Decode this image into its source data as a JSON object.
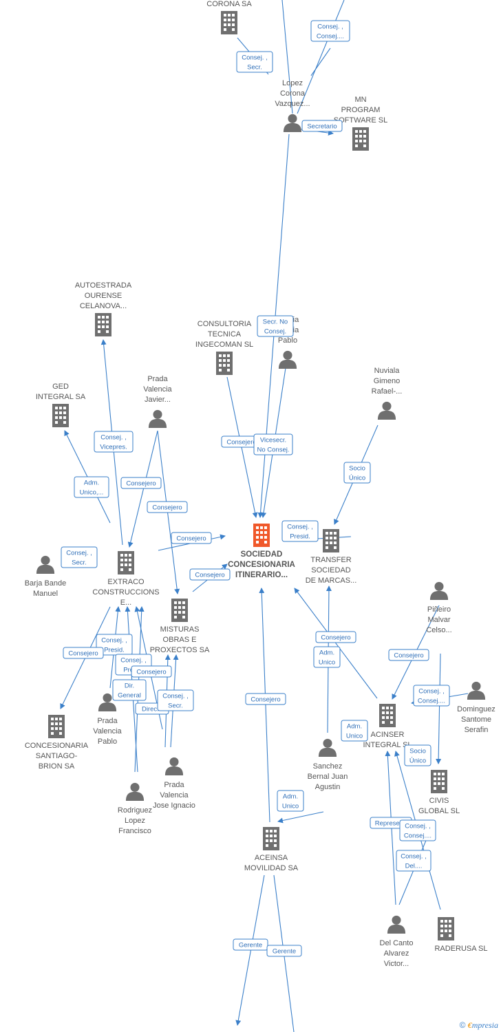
{
  "nodes": [
    {
      "id": "sociedad",
      "type": "company",
      "main": true,
      "label": [
        "SOCIEDAD",
        "CONCESIONARIA",
        "ITINERARIO..."
      ]
    },
    {
      "id": "corona",
      "type": "company",
      "label": [
        "CORONA SA"
      ]
    },
    {
      "id": "lopez",
      "type": "person",
      "label": [
        "Lopez",
        "Corona",
        "Vazquez..."
      ]
    },
    {
      "id": "mn",
      "type": "company",
      "label": [
        "MN",
        "PROGRAM",
        "SOFTWARE  SL"
      ]
    },
    {
      "id": "autoestrada",
      "type": "company",
      "label": [
        "AUTOESTRADA",
        "OURENSE",
        "CELANOVA..."
      ]
    },
    {
      "id": "consultoria",
      "type": "company",
      "label": [
        "CONSULTORIA",
        "TECNICA",
        "INGECOMAN  SL"
      ]
    },
    {
      "id": "garcia",
      "type": "person",
      "label": [
        "Garcia",
        "Garcia",
        "Pablo"
      ]
    },
    {
      "id": "ged",
      "type": "company",
      "label": [
        "GED",
        "INTEGRAL SA"
      ]
    },
    {
      "id": "prada_javier",
      "type": "person",
      "label": [
        "Prada",
        "Valencia",
        "Javier..."
      ]
    },
    {
      "id": "nuviala",
      "type": "person",
      "label": [
        "Nuviala",
        "Gimeno",
        "Rafael-..."
      ]
    },
    {
      "id": "barja",
      "type": "person",
      "label": [
        "Barja Bande",
        "Manuel"
      ]
    },
    {
      "id": "extraco",
      "type": "company",
      "label": [
        "EXTRACO",
        "CONSTRUCCIONS",
        "E..."
      ]
    },
    {
      "id": "transfer",
      "type": "company",
      "label": [
        "TRANSFER",
        "SOCIEDAD",
        "DE MARCAS..."
      ]
    },
    {
      "id": "misturas",
      "type": "company",
      "label": [
        "MISTURAS",
        "OBRAS E",
        "PROXECTOS SA"
      ]
    },
    {
      "id": "pineiro",
      "type": "person",
      "label": [
        "Piñeiro",
        "Malvar",
        "Celso..."
      ]
    },
    {
      "id": "concesionaria_santiago",
      "type": "company",
      "label": [
        "CONCESIONARIA",
        "SANTIAGO-",
        "BRION SA"
      ]
    },
    {
      "id": "prada_pablo",
      "type": "person",
      "label": [
        "Prada",
        "Valencia",
        "Pablo"
      ]
    },
    {
      "id": "acinser",
      "type": "company",
      "label": [
        "ACINSER",
        "INTEGRAL  SL"
      ]
    },
    {
      "id": "dominguez",
      "type": "person",
      "label": [
        "Dominguez",
        "Santome",
        "Serafin"
      ]
    },
    {
      "id": "sanchez",
      "type": "person",
      "label": [
        "Sanchez",
        "Bernal Juan",
        "Agustin"
      ]
    },
    {
      "id": "prada_jose",
      "type": "person",
      "label": [
        "Prada",
        "Valencia",
        "Jose Ignacio"
      ]
    },
    {
      "id": "civis",
      "type": "company",
      "label": [
        "CIVIS",
        "GLOBAL  SL"
      ]
    },
    {
      "id": "rodriguez",
      "type": "person",
      "label": [
        "Rodriguez",
        "Lopez",
        "Francisco"
      ]
    },
    {
      "id": "aceinsa",
      "type": "company",
      "label": [
        "ACEINSA",
        "MOVILIDAD SA"
      ]
    },
    {
      "id": "delcanto",
      "type": "person",
      "label": [
        "Del Canto",
        "Alvarez",
        "Victor..."
      ]
    },
    {
      "id": "raderusa",
      "type": "company",
      "label": [
        "RADERUSA  SL"
      ]
    }
  ],
  "roles": [
    {
      "id": "r1",
      "lines": [
        "Consej. ,",
        "Consej...."
      ]
    },
    {
      "id": "r2",
      "lines": [
        "Consej. ,",
        "Secr."
      ]
    },
    {
      "id": "r3",
      "lines": [
        "Secretario"
      ]
    },
    {
      "id": "r4",
      "lines": [
        "Secr.  No",
        "Consej."
      ]
    },
    {
      "id": "r5",
      "lines": [
        "Consejero"
      ]
    },
    {
      "id": "r6",
      "lines": [
        "Vicesecr.",
        "No Consej."
      ]
    },
    {
      "id": "r7",
      "lines": [
        "Consej. ,",
        "Vicepres."
      ]
    },
    {
      "id": "r8",
      "lines": [
        "Adm.",
        "Unico,..."
      ]
    },
    {
      "id": "r9",
      "lines": [
        "Consejero"
      ]
    },
    {
      "id": "r10",
      "lines": [
        "Consejero"
      ]
    },
    {
      "id": "r11",
      "lines": [
        "Socio",
        "Único"
      ]
    },
    {
      "id": "r12",
      "lines": [
        "Consejero"
      ]
    },
    {
      "id": "r13",
      "lines": [
        "Consej. ,",
        "Presid."
      ]
    },
    {
      "id": "r14",
      "lines": [
        "Consej. ,",
        "Secr."
      ]
    },
    {
      "id": "r15",
      "lines": [
        "Consejero"
      ]
    },
    {
      "id": "r16",
      "lines": [
        "Consejero"
      ]
    },
    {
      "id": "r17",
      "lines": [
        "Consej. ,",
        "Presid."
      ]
    },
    {
      "id": "r18",
      "lines": [
        "Consej. ,",
        "Presid."
      ]
    },
    {
      "id": "r19",
      "lines": [
        "Consejero"
      ]
    },
    {
      "id": "r20",
      "lines": [
        "Adm.",
        "Unico"
      ]
    },
    {
      "id": "r21",
      "lines": [
        "Consejero"
      ]
    },
    {
      "id": "r22",
      "lines": [
        "Dir.",
        "General"
      ]
    },
    {
      "id": "r23",
      "lines": [
        "Direc..."
      ]
    },
    {
      "id": "r24",
      "lines": [
        "Consej. ,",
        "Secr."
      ]
    },
    {
      "id": "r25",
      "lines": [
        "Consejero"
      ]
    },
    {
      "id": "r26",
      "lines": [
        "Consej. ,",
        "Consej...."
      ]
    },
    {
      "id": "r27",
      "lines": [
        "Adm.",
        "Unico"
      ]
    },
    {
      "id": "r28",
      "lines": [
        "Socio",
        "Único"
      ]
    },
    {
      "id": "r29",
      "lines": [
        "Adm.",
        "Unico"
      ]
    },
    {
      "id": "r30",
      "lines": [
        "Represent."
      ]
    },
    {
      "id": "r31",
      "lines": [
        "Consej. ,",
        "Consej...."
      ]
    },
    {
      "id": "r32",
      "lines": [
        "Consej. ,",
        "Del...."
      ]
    },
    {
      "id": "r33",
      "lines": [
        "Gerente"
      ]
    },
    {
      "id": "r34",
      "lines": [
        "Gerente"
      ]
    },
    {
      "id": "r35",
      "lines": [
        "Consejero"
      ]
    }
  ],
  "copyright": {
    "symbol": "©",
    "brand_e": "€",
    "brand_rest": "mpresia"
  }
}
